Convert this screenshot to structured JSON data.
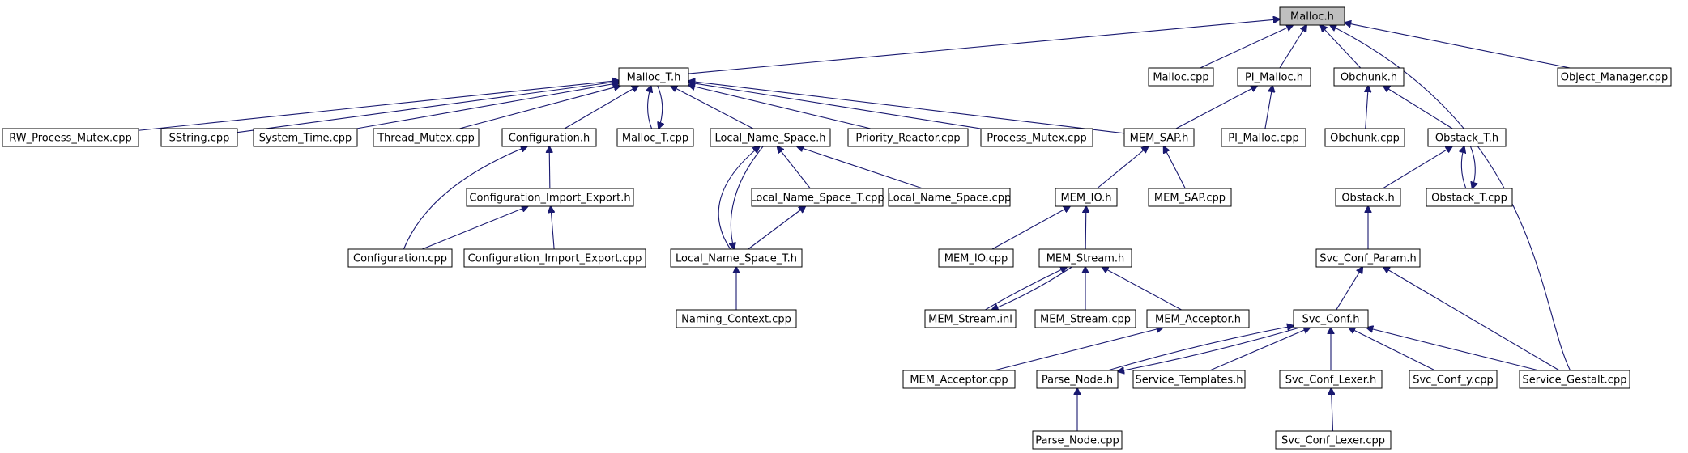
{
  "graph": {
    "root": "Malloc.h",
    "nodes": [
      "Malloc.h",
      "Malloc_T.h",
      "Malloc.cpp",
      "PI_Malloc.h",
      "Obchunk.h",
      "Object_Manager.cpp",
      "RW_Process_Mutex.cpp",
      "SString.cpp",
      "System_Time.cpp",
      "Thread_Mutex.cpp",
      "Configuration.h",
      "Malloc_T.cpp",
      "Local_Name_Space.h",
      "Priority_Reactor.cpp",
      "Process_Mutex.cpp",
      "MEM_SAP.h",
      "PI_Malloc.cpp",
      "Obchunk.cpp",
      "Obstack_T.h",
      "Configuration_Import_Export.h",
      "Local_Name_Space_T.cpp",
      "Local_Name_Space.cpp",
      "MEM_IO.h",
      "MEM_SAP.cpp",
      "Obstack.h",
      "Obstack_T.cpp",
      "Configuration.cpp",
      "Configuration_Import_Export.cpp",
      "Local_Name_Space_T.h",
      "MEM_IO.cpp",
      "MEM_Stream.h",
      "Svc_Conf_Param.h",
      "Naming_Context.cpp",
      "MEM_Stream.inl",
      "MEM_Stream.cpp",
      "MEM_Acceptor.h",
      "Svc_Conf.h",
      "MEM_Acceptor.cpp",
      "Parse_Node.h",
      "Service_Templates.h",
      "Svc_Conf_Lexer.h",
      "Svc_Conf_y.cpp",
      "Service_Gestalt.cpp",
      "Parse_Node.cpp",
      "Svc_Conf_Lexer.cpp"
    ],
    "edges": [
      [
        "Malloc_T.h",
        "Malloc.h"
      ],
      [
        "Malloc.cpp",
        "Malloc.h"
      ],
      [
        "PI_Malloc.h",
        "Malloc.h"
      ],
      [
        "Obchunk.h",
        "Malloc.h"
      ],
      [
        "Object_Manager.cpp",
        "Malloc.h"
      ],
      [
        "Service_Gestalt.cpp",
        "Malloc.h"
      ],
      [
        "RW_Process_Mutex.cpp",
        "Malloc_T.h"
      ],
      [
        "SString.cpp",
        "Malloc_T.h"
      ],
      [
        "System_Time.cpp",
        "Malloc_T.h"
      ],
      [
        "Thread_Mutex.cpp",
        "Malloc_T.h"
      ],
      [
        "Configuration.h",
        "Malloc_T.h"
      ],
      [
        "Malloc_T.cpp",
        "Malloc_T.h"
      ],
      [
        "Malloc_T.h",
        "Malloc_T.cpp"
      ],
      [
        "Local_Name_Space.h",
        "Malloc_T.h"
      ],
      [
        "Priority_Reactor.cpp",
        "Malloc_T.h"
      ],
      [
        "Process_Mutex.cpp",
        "Malloc_T.h"
      ],
      [
        "MEM_SAP.h",
        "Malloc_T.h"
      ],
      [
        "MEM_SAP.h",
        "PI_Malloc.h"
      ],
      [
        "PI_Malloc.cpp",
        "PI_Malloc.h"
      ],
      [
        "Obchunk.cpp",
        "Obchunk.h"
      ],
      [
        "Obstack_T.h",
        "Obchunk.h"
      ],
      [
        "Configuration_Import_Export.h",
        "Configuration.h"
      ],
      [
        "Configuration.cpp",
        "Configuration.h"
      ],
      [
        "Local_Name_Space_T.cpp",
        "Local_Name_Space.h"
      ],
      [
        "Local_Name_Space.cpp",
        "Local_Name_Space.h"
      ],
      [
        "Local_Name_Space_T.h",
        "Local_Name_Space.h"
      ],
      [
        "Local_Name_Space.h",
        "Local_Name_Space_T.h"
      ],
      [
        "MEM_IO.h",
        "MEM_SAP.h"
      ],
      [
        "MEM_SAP.cpp",
        "MEM_SAP.h"
      ],
      [
        "Obstack.h",
        "Obstack_T.h"
      ],
      [
        "Obstack_T.cpp",
        "Obstack_T.h"
      ],
      [
        "Obstack_T.h",
        "Obstack_T.cpp"
      ],
      [
        "Configuration.cpp",
        "Configuration_Import_Export.h"
      ],
      [
        "Configuration_Import_Export.cpp",
        "Configuration_Import_Export.h"
      ],
      [
        "Local_Name_Space_T.h",
        "Local_Name_Space_T.cpp"
      ],
      [
        "MEM_IO.cpp",
        "MEM_IO.h"
      ],
      [
        "MEM_Stream.h",
        "MEM_IO.h"
      ],
      [
        "Svc_Conf_Param.h",
        "Obstack.h"
      ],
      [
        "Naming_Context.cpp",
        "Local_Name_Space_T.h"
      ],
      [
        "MEM_Stream.inl",
        "MEM_Stream.h"
      ],
      [
        "MEM_Stream.h",
        "MEM_Stream.inl"
      ],
      [
        "MEM_Stream.cpp",
        "MEM_Stream.h"
      ],
      [
        "MEM_Acceptor.h",
        "MEM_Stream.h"
      ],
      [
        "Svc_Conf.h",
        "Svc_Conf_Param.h"
      ],
      [
        "Service_Gestalt.cpp",
        "Svc_Conf_Param.h"
      ],
      [
        "MEM_Acceptor.cpp",
        "MEM_Acceptor.h"
      ],
      [
        "Parse_Node.h",
        "Svc_Conf.h"
      ],
      [
        "Svc_Conf.h",
        "Parse_Node.h"
      ],
      [
        "Service_Templates.h",
        "Svc_Conf.h"
      ],
      [
        "Svc_Conf_Lexer.h",
        "Svc_Conf.h"
      ],
      [
        "Svc_Conf_y.cpp",
        "Svc_Conf.h"
      ],
      [
        "Service_Gestalt.cpp",
        "Svc_Conf.h"
      ],
      [
        "Parse_Node.cpp",
        "Parse_Node.h"
      ],
      [
        "Svc_Conf_Lexer.cpp",
        "Svc_Conf_Lexer.h"
      ]
    ]
  }
}
